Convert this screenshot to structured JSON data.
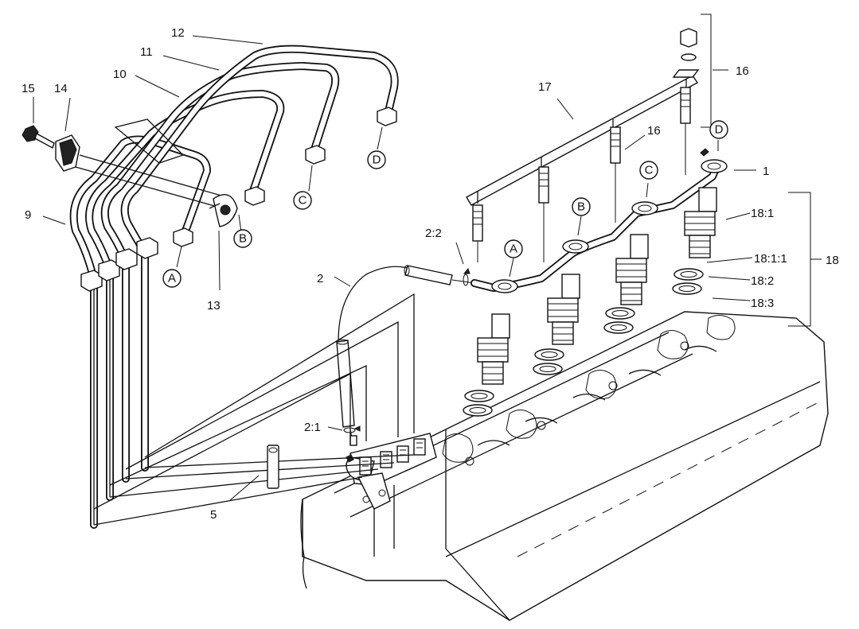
{
  "part_labels": {
    "p1": "1",
    "p2": "2",
    "p2_1": "2:1",
    "p2_2": "2:2",
    "p5": "5",
    "p9": "9",
    "p10": "10",
    "p11": "11",
    "p12": "12",
    "p13": "13",
    "p14": "14",
    "p15": "15",
    "p16a": "16",
    "p16b": "16",
    "p17": "17",
    "p18": "18",
    "p18_1": "18:1",
    "p18_1_1": "18:1:1",
    "p18_2": "18:2",
    "p18_3": "18:3"
  },
  "callout_letters": {
    "left_a": "A",
    "left_b": "B",
    "left_c": "C",
    "left_d": "D",
    "right_a": "A",
    "right_b": "B",
    "right_c": "C",
    "right_d": "D"
  }
}
